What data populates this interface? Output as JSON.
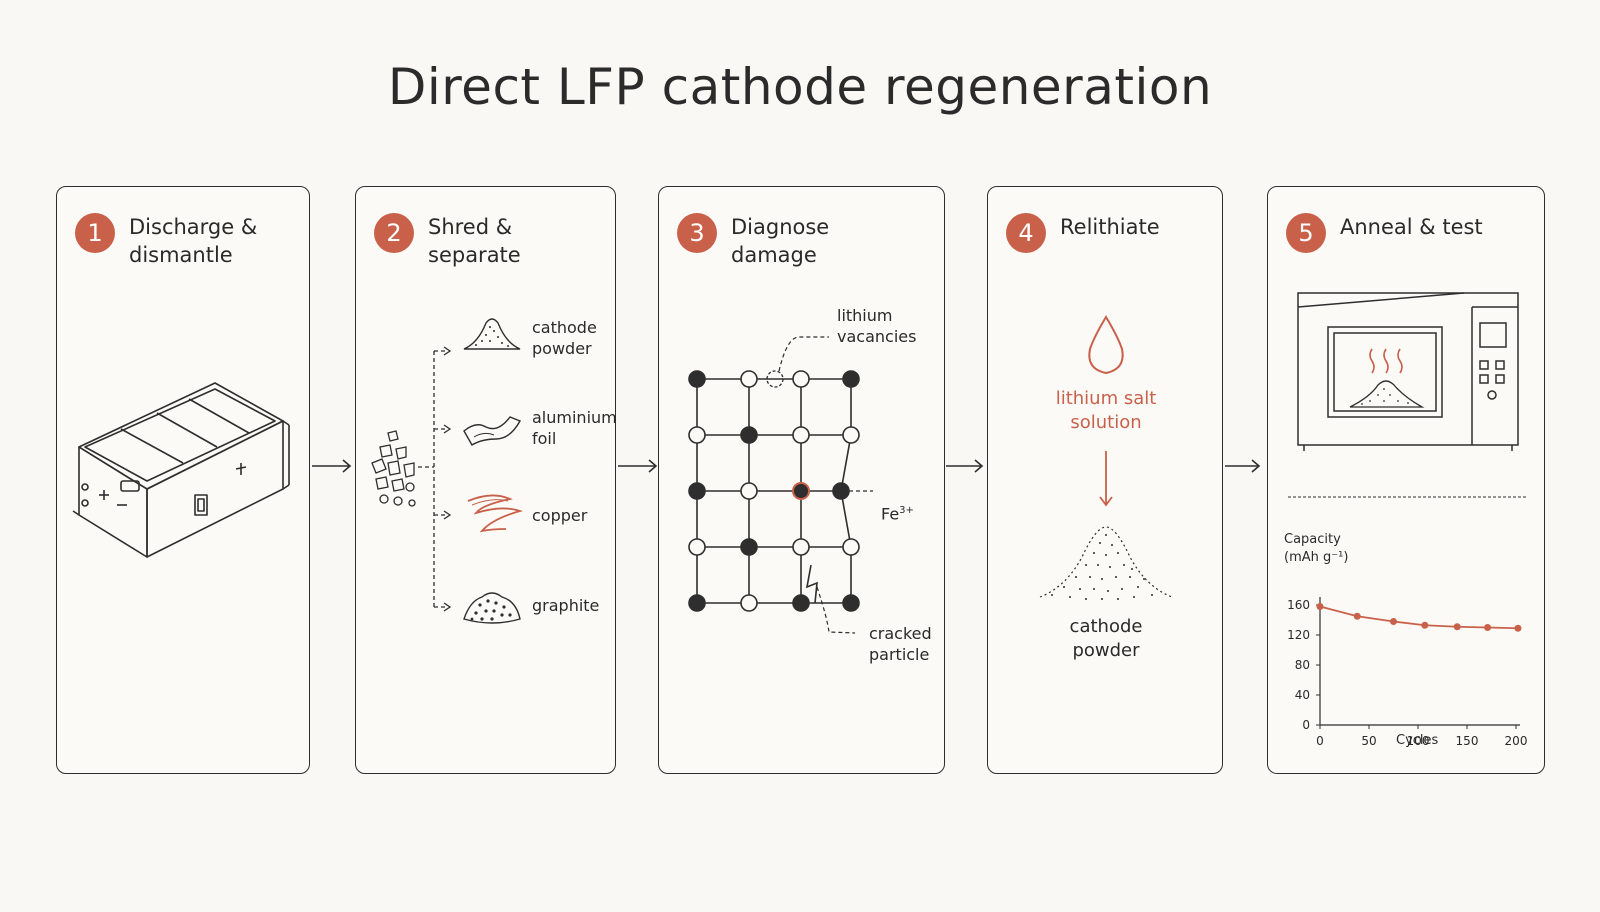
{
  "title": "Direct LFP cathode regeneration",
  "colors": {
    "accent": "#c9614a",
    "ink": "#2e2e2e",
    "background": "#faf8f4"
  },
  "steps": [
    {
      "number": "1",
      "title": "Discharge &\ndismantle",
      "icon": "battery-pack-icon"
    },
    {
      "number": "2",
      "title": "Shred &\nseparate",
      "outputs": [
        {
          "label": "cathode\npowder",
          "icon": "powder-pile-icon"
        },
        {
          "label": "aluminium\nfoil",
          "icon": "foil-icon"
        },
        {
          "label": "copper",
          "icon": "copper-ribbon-icon"
        },
        {
          "label": "graphite",
          "icon": "graphite-pile-icon"
        }
      ]
    },
    {
      "number": "3",
      "title": "Diagnose\ndamage",
      "labels": {
        "vacancies": "lithium\nvacancies",
        "iron": "Fe",
        "iron_charge": "3+",
        "crack": "cracked\nparticle"
      }
    },
    {
      "number": "4",
      "title": "Relithiate",
      "labels": {
        "solution": "lithium salt\nsolution",
        "powder": "cathode\npowder"
      }
    },
    {
      "number": "5",
      "title": "Anneal & test",
      "icon": "furnace-icon"
    }
  ],
  "chart_data": {
    "type": "line",
    "title": "",
    "ylabel": "Capacity\n(mAh g⁻¹)",
    "xlabel": "Cycles",
    "x_ticks": [
      0,
      50,
      100,
      150,
      200
    ],
    "y_ticks": [
      0,
      40,
      80,
      120,
      160
    ],
    "xlim": [
      0,
      200
    ],
    "ylim": [
      0,
      160
    ],
    "series": [
      {
        "color": "#c9614a",
        "x": [
          0,
          38,
          75,
          107,
          140,
          171,
          202
        ],
        "y": [
          158,
          145,
          138,
          133,
          131,
          130,
          129
        ]
      }
    ]
  }
}
